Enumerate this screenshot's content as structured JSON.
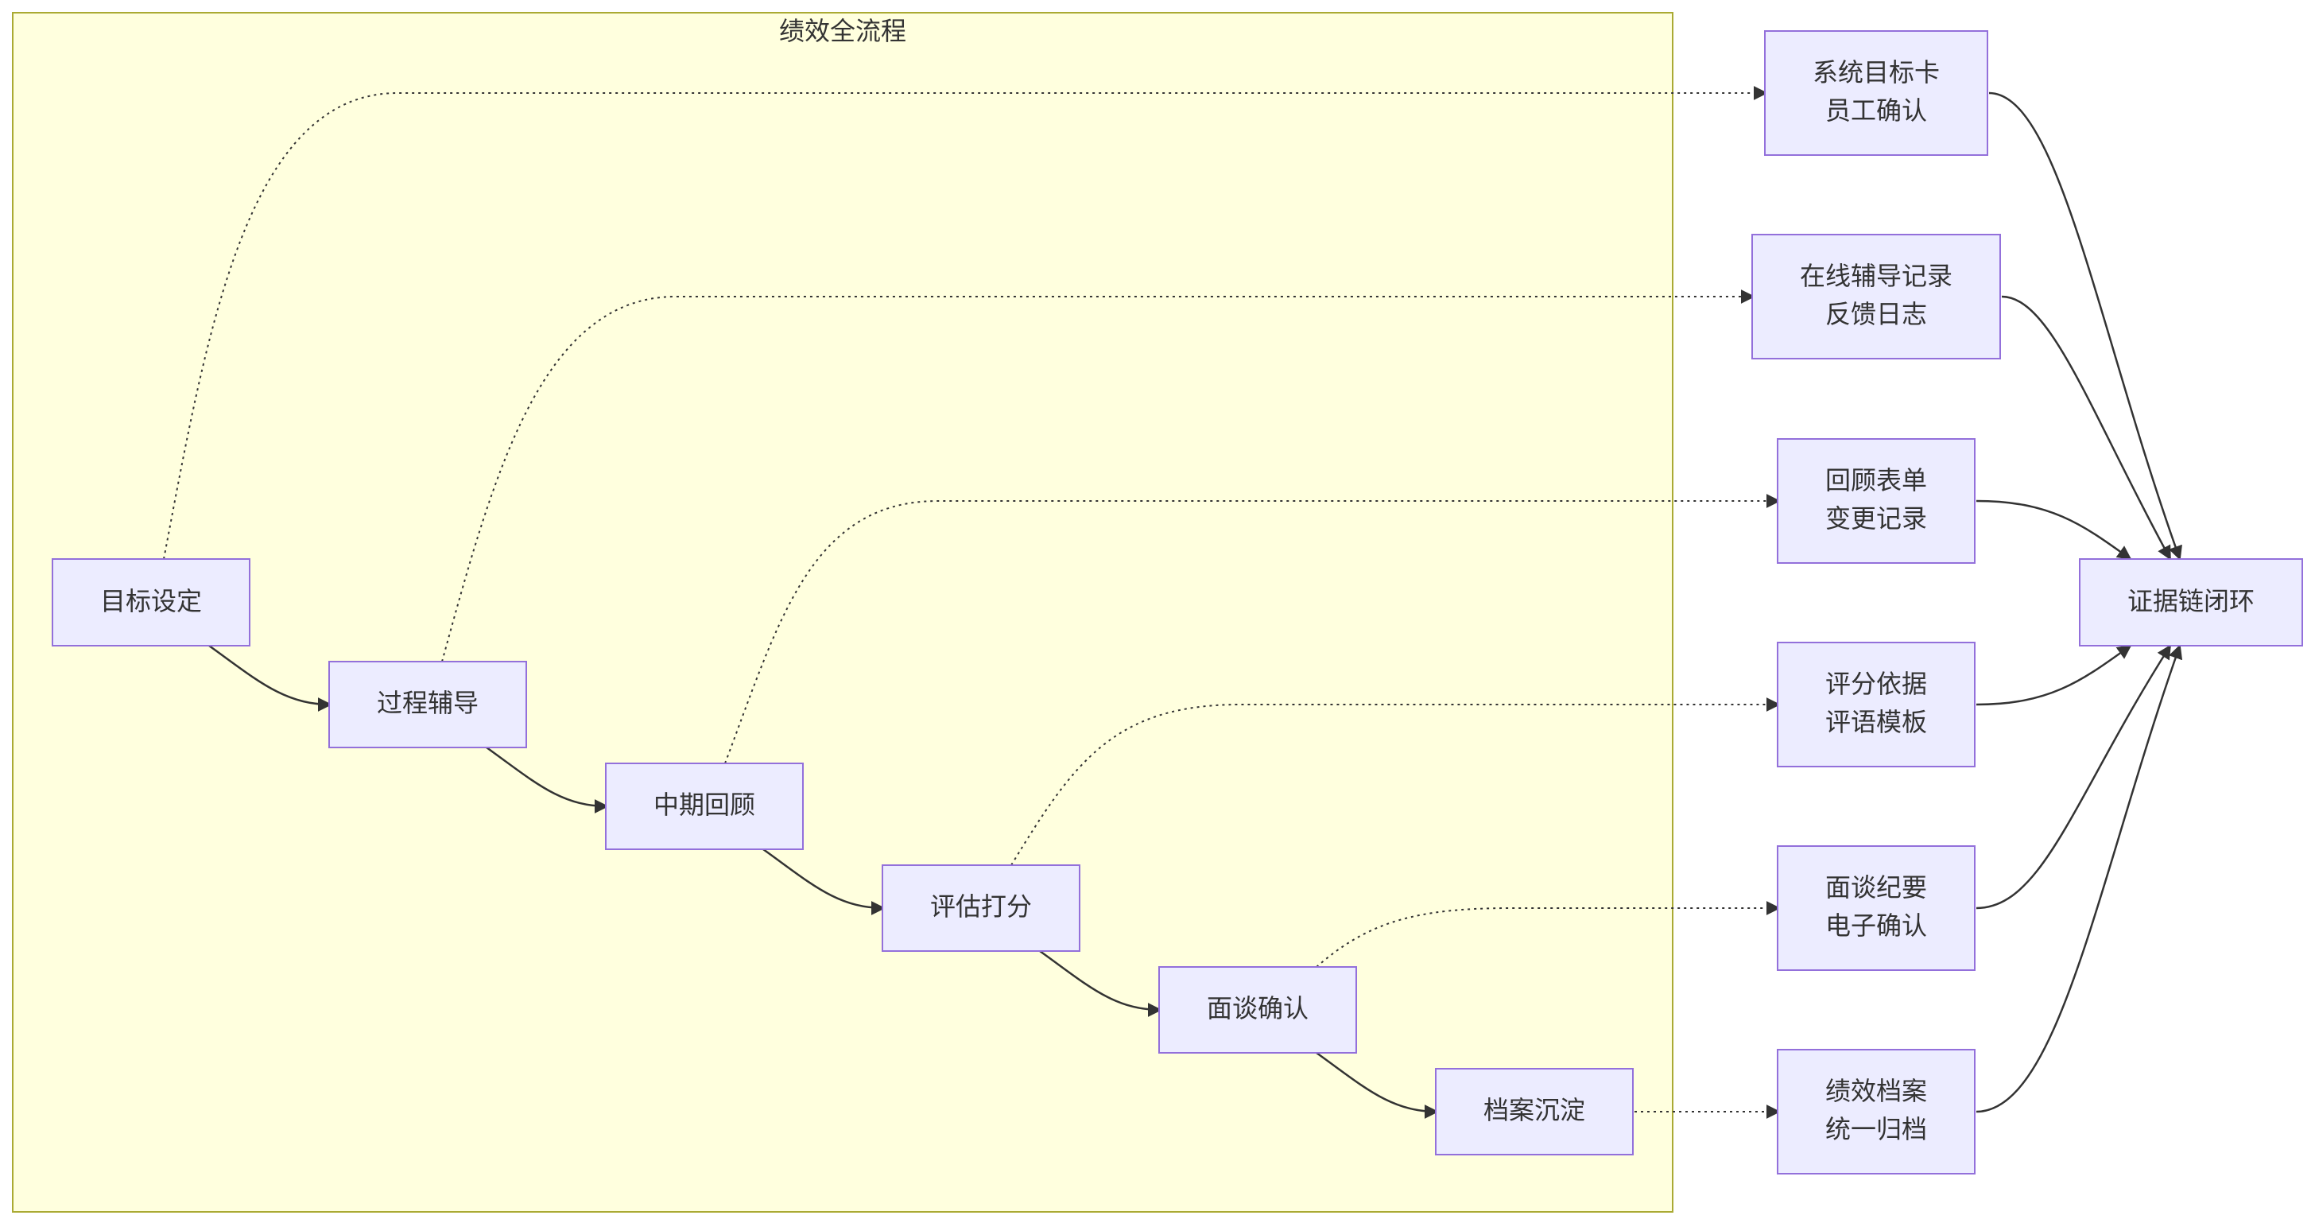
{
  "cluster": {
    "title": "绩效全流程",
    "fill": "#ffffde",
    "stroke": "#aaaa33"
  },
  "colors": {
    "node_fill": "#ececff",
    "node_stroke": "#9370db",
    "edge": "#333333",
    "text": "#333333"
  },
  "nodes": {
    "goal": {
      "lines": [
        "目标设定"
      ]
    },
    "coach": {
      "lines": [
        "过程辅导"
      ]
    },
    "midreview": {
      "lines": [
        "中期回顾"
      ]
    },
    "scoring": {
      "lines": [
        "评估打分"
      ]
    },
    "interview": {
      "lines": [
        "面谈确认"
      ]
    },
    "archive": {
      "lines": [
        "档案沉淀"
      ]
    },
    "ev1": {
      "lines": [
        "系统目标卡",
        "员工确认"
      ]
    },
    "ev2": {
      "lines": [
        "在线辅导记录",
        "反馈日志"
      ]
    },
    "ev3": {
      "lines": [
        "回顾表单",
        "变更记录"
      ]
    },
    "ev4": {
      "lines": [
        "评分依据",
        "评语模板"
      ]
    },
    "ev5": {
      "lines": [
        "面谈纪要",
        "电子确认"
      ]
    },
    "ev6": {
      "lines": [
        "绩效档案",
        "统一归档"
      ]
    },
    "closure": {
      "lines": [
        "证据链闭环"
      ]
    }
  },
  "edges": [
    {
      "from": "goal",
      "to": "coach",
      "style": "solid"
    },
    {
      "from": "coach",
      "to": "midreview",
      "style": "solid"
    },
    {
      "from": "midreview",
      "to": "scoring",
      "style": "solid"
    },
    {
      "from": "scoring",
      "to": "interview",
      "style": "solid"
    },
    {
      "from": "interview",
      "to": "archive",
      "style": "solid"
    },
    {
      "from": "goal",
      "to": "ev1",
      "style": "dotted"
    },
    {
      "from": "coach",
      "to": "ev2",
      "style": "dotted"
    },
    {
      "from": "midreview",
      "to": "ev3",
      "style": "dotted"
    },
    {
      "from": "scoring",
      "to": "ev4",
      "style": "dotted"
    },
    {
      "from": "interview",
      "to": "ev5",
      "style": "dotted"
    },
    {
      "from": "archive",
      "to": "ev6",
      "style": "dotted"
    },
    {
      "from": "ev1",
      "to": "closure",
      "style": "solid"
    },
    {
      "from": "ev2",
      "to": "closure",
      "style": "solid"
    },
    {
      "from": "ev3",
      "to": "closure",
      "style": "solid"
    },
    {
      "from": "ev4",
      "to": "closure",
      "style": "solid"
    },
    {
      "from": "ev5",
      "to": "closure",
      "style": "solid"
    },
    {
      "from": "ev6",
      "to": "closure",
      "style": "solid"
    }
  ]
}
